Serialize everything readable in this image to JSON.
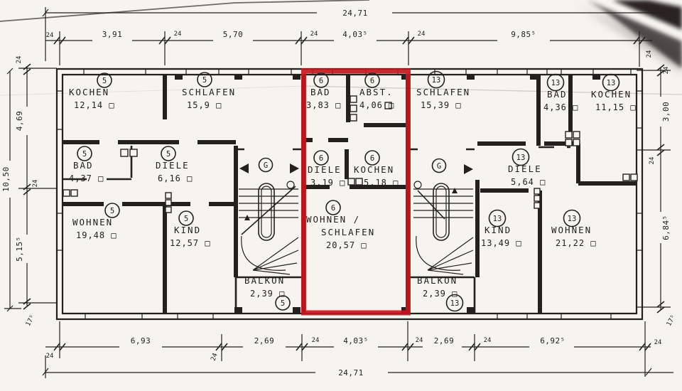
{
  "title": "Grundriss Mehrfamilienhaus (floor plan)",
  "palette": {
    "paper": "#f5f4ef",
    "ink": "#23211e",
    "highlight_red": "#c9161c"
  },
  "stair": {
    "label": "G"
  },
  "rooms": [
    {
      "unit": "5",
      "name": "KOCHEN",
      "area": "12,14 □"
    },
    {
      "unit": "5",
      "name": "SCHLAFEN",
      "area": "15,9 □"
    },
    {
      "unit": "5",
      "name": "BAD",
      "area": "4,37 □"
    },
    {
      "unit": "5",
      "name": "DIELE",
      "area": "6,16 □"
    },
    {
      "unit": "5",
      "name": "WOHNEN",
      "area": "19,48 □"
    },
    {
      "unit": "5",
      "name": "KIND",
      "area": "12,57 □"
    },
    {
      "unit": "6",
      "name": "BAD",
      "area": "3,83 □"
    },
    {
      "unit": "6",
      "name": "ABST.",
      "area": "4,06 □"
    },
    {
      "unit": "6",
      "name": "DIELE",
      "area": "3,19 □"
    },
    {
      "unit": "6",
      "name": "KOCHEN",
      "area": "5,18 □"
    },
    {
      "unit": "6",
      "name": "WOHNEN /",
      "name2": "SCHLAFEN",
      "area": "20,57 □"
    },
    {
      "unit": "13",
      "name": "SCHLAFEN",
      "area": "15,39 □"
    },
    {
      "unit": "13",
      "name": "BAD",
      "area": "4,36 □"
    },
    {
      "unit": "13",
      "name": "KOCHEN",
      "area": "11,15 □"
    },
    {
      "unit": "13",
      "name": "DIELE",
      "area": "5,64 □"
    },
    {
      "unit": "13",
      "name": "KIND",
      "area": "13,49 □"
    },
    {
      "unit": "13",
      "name": "WOHNEN",
      "area": "21,22 □"
    },
    {
      "unit": "5",
      "name": "BALKON",
      "area": "2,39 □"
    },
    {
      "unit": "13",
      "name": "BALKON",
      "area": "2,39 □"
    }
  ],
  "dims": {
    "top_overall": "24,71",
    "top": [
      "24",
      "3,91",
      "24",
      "5,70",
      "24",
      "4,03⁵",
      "24",
      "9,85⁵",
      "24"
    ],
    "bottom": [
      "24",
      "6,93",
      "24",
      "2,69",
      "24",
      "4,03⁵",
      "24",
      "2,69",
      "24",
      "6,92⁵",
      "24"
    ],
    "bottom_overall": "24,71",
    "left": [
      "24",
      "4,69",
      "24",
      "5,15⁵",
      "17⁵"
    ],
    "left_overall": "10,50",
    "right": [
      "24",
      "3,00",
      "24",
      "6,84⁵",
      "17⁵"
    ]
  }
}
